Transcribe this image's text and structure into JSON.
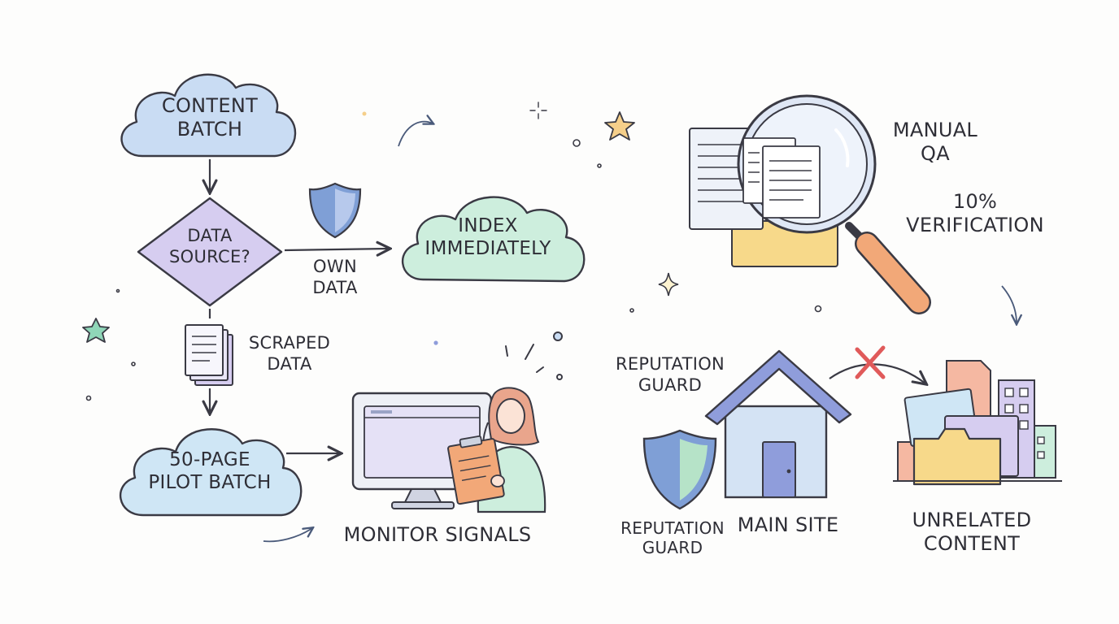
{
  "colors": {
    "ink": "#3a3a44",
    "cloud_blue": "#c9dcf3",
    "cloud_green": "#cdeedd",
    "decision_purple": "#d6cdf0",
    "pilot_cloud": "#cfe6f5",
    "shield_blue": "#7f9fd6",
    "shield_green": "#b6e3c8",
    "house_blue": "#d4e3f4",
    "roof_blue": "#8f9ddb",
    "handle_orange": "#f2a878",
    "folder_yellow": "#f7d98a",
    "reject_red": "#e05a5a",
    "star_yellow": "#f5cf8a",
    "star_green": "#8fd6b8"
  },
  "flow": {
    "content_batch": [
      "CONTENT",
      "BATCH"
    ],
    "decision": [
      "DATA",
      "SOURCE?"
    ],
    "own_data": [
      "OWN",
      "DATA"
    ],
    "index_immediately": [
      "INDEX",
      "IMMEDIATELY"
    ],
    "scraped_data": [
      "SCRAPED",
      "DATA"
    ],
    "pilot_batch": [
      "50-PAGE",
      "PILOT BATCH"
    ],
    "monitor_signals": "MONITOR SIGNALS"
  },
  "qa": {
    "title": [
      "MANUAL",
      "QA"
    ],
    "verification": [
      "10%",
      "VERIFICATION"
    ]
  },
  "reputation": {
    "guard_top": [
      "REPUTATION",
      "GUARD"
    ],
    "guard_bottom": [
      "REPUTATION",
      "GUARD"
    ],
    "main_site": "MAIN SITE",
    "unrelated_content": [
      "UNRELATED",
      "CONTENT"
    ]
  },
  "icons": [
    "cloud-icon",
    "diamond-icon",
    "shield-icon",
    "document-stack-icon",
    "monitor-icon",
    "person-clipboard-icon",
    "magnifier-icon",
    "house-icon",
    "folder-icon",
    "building-icon",
    "reject-x-icon",
    "star-icon",
    "sparkle-icon"
  ]
}
